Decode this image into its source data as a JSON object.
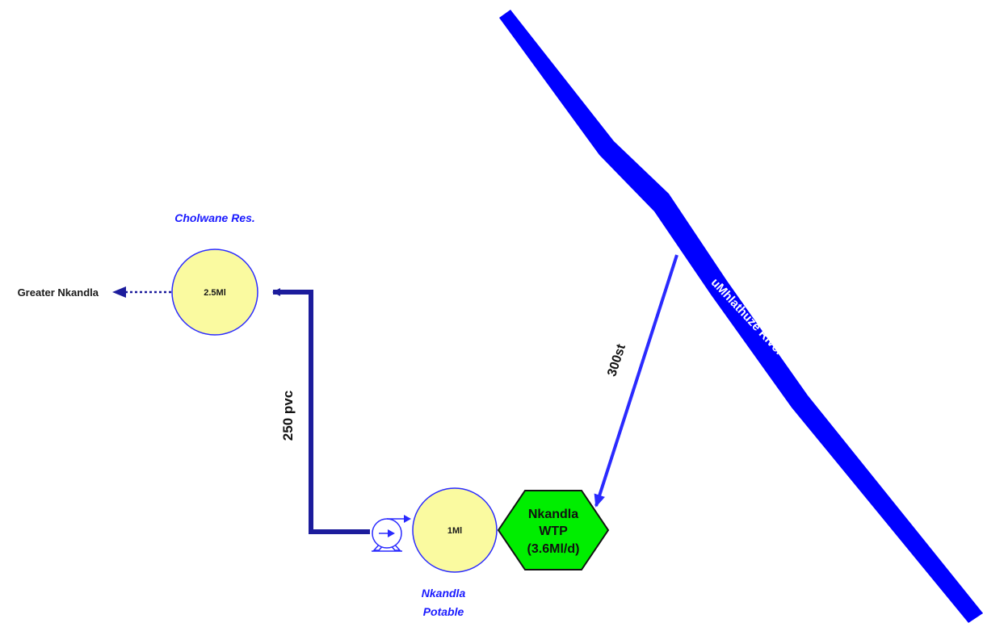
{
  "river": {
    "label": "uMhlathuze River",
    "color": "#0000ff"
  },
  "reservoirs": {
    "cholwane": {
      "name": "Cholwane Res.",
      "capacity": "2.5Ml"
    },
    "potable": {
      "name_line1": "Nkandla",
      "name_line2": "Potable",
      "capacity": "1Ml"
    }
  },
  "wtp": {
    "line1": "Nkandla",
    "line2": "WTP",
    "line3": "(3.6Ml/d)",
    "color": "#00ee00"
  },
  "pipes": {
    "rising_main": "250 pvc",
    "abstraction": "300st"
  },
  "outlet": {
    "label": "Greater Nkandla"
  },
  "colors": {
    "pipe": "#1c1c9c",
    "label_blue": "#1a1aff",
    "reservoir_fill": "#fafaa0",
    "reservoir_stroke": "#2a2aff",
    "text_dark": "#1a1a1a"
  }
}
